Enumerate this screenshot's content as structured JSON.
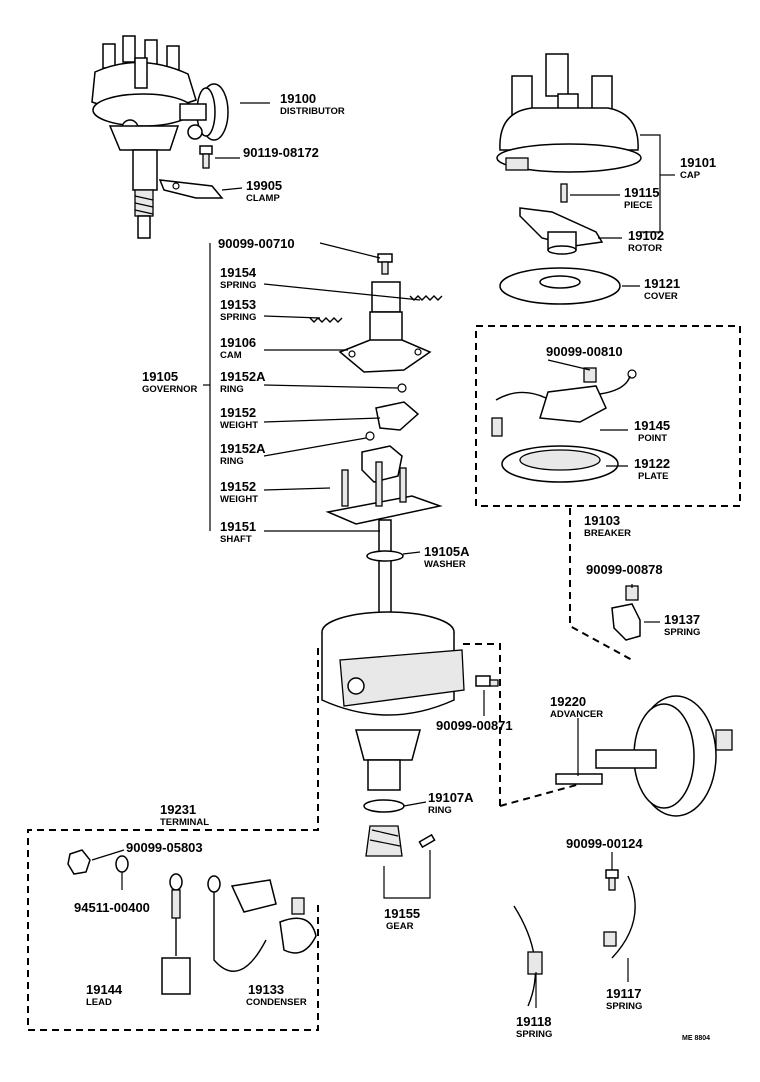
{
  "parts": [
    {
      "id": "distributor",
      "number": "19100",
      "name": "DISTRIBUTOR"
    },
    {
      "id": "bolt-08172",
      "number": "90119-08172",
      "name": ""
    },
    {
      "id": "clamp",
      "number": "19905",
      "name": "CLAMP"
    },
    {
      "id": "cap",
      "number": "19101",
      "name": "CAP"
    },
    {
      "id": "piece",
      "number": "19115",
      "name": "PIECE"
    },
    {
      "id": "rotor",
      "number": "19102",
      "name": "ROTOR"
    },
    {
      "id": "cover",
      "number": "19121",
      "name": "COVER"
    },
    {
      "id": "screw-00710",
      "number": "90099-00710",
      "name": ""
    },
    {
      "id": "spring-19154",
      "number": "19154",
      "name": "SPRING"
    },
    {
      "id": "spring-19153",
      "number": "19153",
      "name": "SPRING"
    },
    {
      "id": "cam",
      "number": "19106",
      "name": "CAM"
    },
    {
      "id": "governor",
      "number": "19105",
      "name": "GOVERNOR"
    },
    {
      "id": "ring-19152a-upper",
      "number": "19152A",
      "name": "RING"
    },
    {
      "id": "weight-upper",
      "number": "19152",
      "name": "WEIGHT"
    },
    {
      "id": "ring-19152a-lower",
      "number": "19152A",
      "name": "RING"
    },
    {
      "id": "weight-lower",
      "number": "19152",
      "name": "WEIGHT"
    },
    {
      "id": "shaft",
      "number": "19151",
      "name": "SHAFT"
    },
    {
      "id": "washer",
      "number": "19105A",
      "name": "WASHER"
    },
    {
      "id": "screw-00810",
      "number": "90099-00810",
      "name": ""
    },
    {
      "id": "point",
      "number": "19145",
      "name": "POINT"
    },
    {
      "id": "plate",
      "number": "19122",
      "name": "PLATE"
    },
    {
      "id": "breaker",
      "number": "19103",
      "name": "BREAKER"
    },
    {
      "id": "screw-00878",
      "number": "90099-00878",
      "name": ""
    },
    {
      "id": "spring-19137",
      "number": "19137",
      "name": "SPRING"
    },
    {
      "id": "advancer",
      "number": "19220",
      "name": "ADVANCER"
    },
    {
      "id": "screw-00871",
      "number": "90099-00871",
      "name": ""
    },
    {
      "id": "ring-19107a",
      "number": "19107A",
      "name": "RING"
    },
    {
      "id": "terminal",
      "number": "19231",
      "name": "TERMINAL"
    },
    {
      "id": "nut-05803",
      "number": "90099-05803",
      "name": ""
    },
    {
      "id": "washer-00400",
      "number": "94511-00400",
      "name": ""
    },
    {
      "id": "lead",
      "number": "19144",
      "name": "LEAD"
    },
    {
      "id": "condenser",
      "number": "19133",
      "name": "CONDENSER"
    },
    {
      "id": "gear",
      "number": "19155",
      "name": "GEAR"
    },
    {
      "id": "screw-00124",
      "number": "90099-00124",
      "name": ""
    },
    {
      "id": "spring-19118",
      "number": "19118",
      "name": "SPRING"
    },
    {
      "id": "spring-19117",
      "number": "19117",
      "name": "SPRING"
    }
  ],
  "figure_code": "ME 8804"
}
